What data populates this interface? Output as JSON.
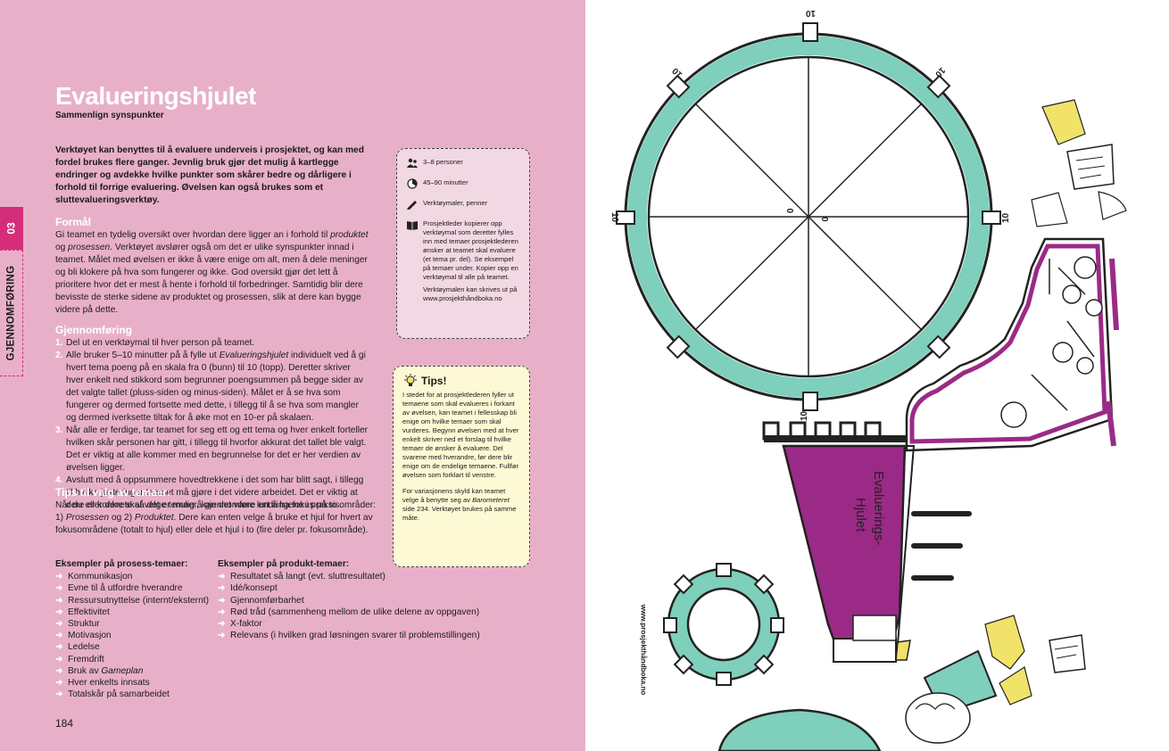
{
  "tab": {
    "chapter": "03",
    "section": "GJENNOMFØRING"
  },
  "title": "Evalueringshjulet",
  "subtitle": "Sammenlign synspunkter",
  "intro": "Verktøyet kan benyttes til å evaluere underveis i prosjektet, og kan med fordel brukes flere ganger. Jevnlig bruk gjør det mulig å kartlegge endringer og avdekke hvilke punkter som skårer bedre og dårligere i forhold til forrige evaluering. Øvelsen kan også brukes som et sluttevalueringsverktøy.",
  "purpose": {
    "heading": "Formål",
    "p1": "Gi teamet en tydelig oversikt over hvordan dere ligger an i forhold til ",
    "p1_em1": "produktet",
    "p1_b": " og ",
    "p1_em2": "prosessen",
    "p1_c": ". Verktøyet avslører også om det er ulike synspunkter innad i teamet. Målet med øvelsen er ikke å være enige om alt, men å dele meninger og bli klokere på hva som fungerer og ikke. God oversikt gjør det lett å prioritere hvor det er mest å hente i forhold til forbedringer. Samtidig blir dere bevisste de sterke sidene av produktet og prosessen, slik at dere kan bygge videre på dette."
  },
  "procedure": {
    "heading": "Gjennomføring",
    "s1_num": "1.",
    "s1": "Del ut en verktøymal til hver person på teamet.",
    "s2_num": "2.",
    "s2a": "Alle bruker 5–10 minutter på å fylle ut ",
    "s2_em": "Evalueringshjulet",
    "s2b": " individuelt ved å gi hvert tema poeng på en skala fra 0 (bunn) til 10 (topp). Deretter skriver hver enkelt ned stikkord som begrunner poengsummen på begge sider av det valgte tallet (pluss-siden og minus-siden). Målet er å se hva som fungerer og dermed fortsette med dette, i tillegg til å se hva som mangler og dermed iverksette tiltak for å øke mot en 10-er på skalaen.",
    "s3_num": "3.",
    "s3": "Når alle er ferdige, tar teamet for seg ett og ett tema og hver enkelt forteller hvilken skår personen har gitt, i tillegg til hvorfor akkurat det tallet ble valgt. Det er viktig at alle kommer med en begrunnelse for det er her verdien av øvelsen ligger.",
    "s4_num": "4.",
    "s4": "Avslutt med å oppsummere hovedtrekkene i det som har blitt sagt, i tillegg til hvilke justeringer teamet må gjøre i det videre arbeidet. Det er viktig at dere er konkrete så det er mulig å gjennomføre endringene i praksis."
  },
  "themes": {
    "heading": "Tips til valg av temaer:",
    "a": "Når du eller dere skal velge temaer, kan det være lurt å ha fokus på to områder: 1) ",
    "em1": "Prosessen",
    "b": " og 2) ",
    "em2": "Produktet",
    "c": ". Dere kan enten velge å bruke et hjul for hvert av fokusområdene (totalt to hjul) eller dele et hjul i to (fire deler pr. fokusområde)."
  },
  "arrow": "➜",
  "process_examples": {
    "heading": "Eksempler på prosess-temaer:",
    "items": [
      "Kommunikasjon",
      "Evne til å utfordre hverandre",
      "Ressursutnyttelse (internt/eksternt)",
      "Effektivitet",
      "Struktur",
      "Motivasjon",
      "Ledelse",
      "Fremdrift"
    ],
    "gameplan_pre": "Bruk av ",
    "gameplan_em": "Gameplan",
    "items2": [
      "Hver enkelts innsats",
      "Totalskår på samarbeidet"
    ]
  },
  "product_examples": {
    "heading": "Eksempler på produkt-temaer:",
    "items": [
      "Resultatet så langt (evt. sluttresultatet)",
      "Idé/konsept",
      "Gjennomførbarhet",
      "Rød tråd (sammenheng mellom de ulike delene av oppgaven)",
      "X-faktor",
      "Relevans (i hvilken grad løsningen svarer til problemstillingen)"
    ]
  },
  "page_number": "184",
  "info_box": {
    "people": "3–8 personer",
    "time": "45–90 minutter",
    "materials": "Verktøymaler, penner",
    "prep": "Prosjektleder kopierer opp verktøymal som deretter fylles inn med temaer prosjektlederen ønsker at teamet skal evaluere (et tema pr. del). Se eksempel på temaer under. Kopier opp en verktøymal til alle på teamet.",
    "download": "Verktøymalen kan skrives ut på www.prosjekthåndboka.no"
  },
  "tips_box": {
    "heading": "Tips!",
    "p1": "I stedet for at prosjektlederen fyller ut temaene som skal evalueres i forkant av øvelsen, kan teamet i fellesskap bli enige om hvilke temaer som skal vurderes. Begynn øvelsen med at hver enkelt skriver ned et forslag til hvilke temaer de ønsker å evaluere. Del svarene med hverandre, før dere blir enige om de endelige temaene. Fullfør øvelsen som forklart til venstre.",
    "p2a": "For variasjonens skyld kan teamet velge å benytte seg av ",
    "p2_em": "Barometeret",
    "p2b": " side 234. Verktøyet brukes på samme måte."
  },
  "illustration": {
    "url": "www.prosjekthåndboka.no",
    "scale_max": "10",
    "scale_min": "0",
    "sign_line1": "Evaluerings-",
    "sign_line2": "Hjulet"
  },
  "colors": {
    "left_page_bg": "#e8b0c8",
    "accent_pink": "#d42e7a",
    "teal": "#7ecfbb",
    "purple": "#9b2a86",
    "yellow": "#f1e26a"
  }
}
